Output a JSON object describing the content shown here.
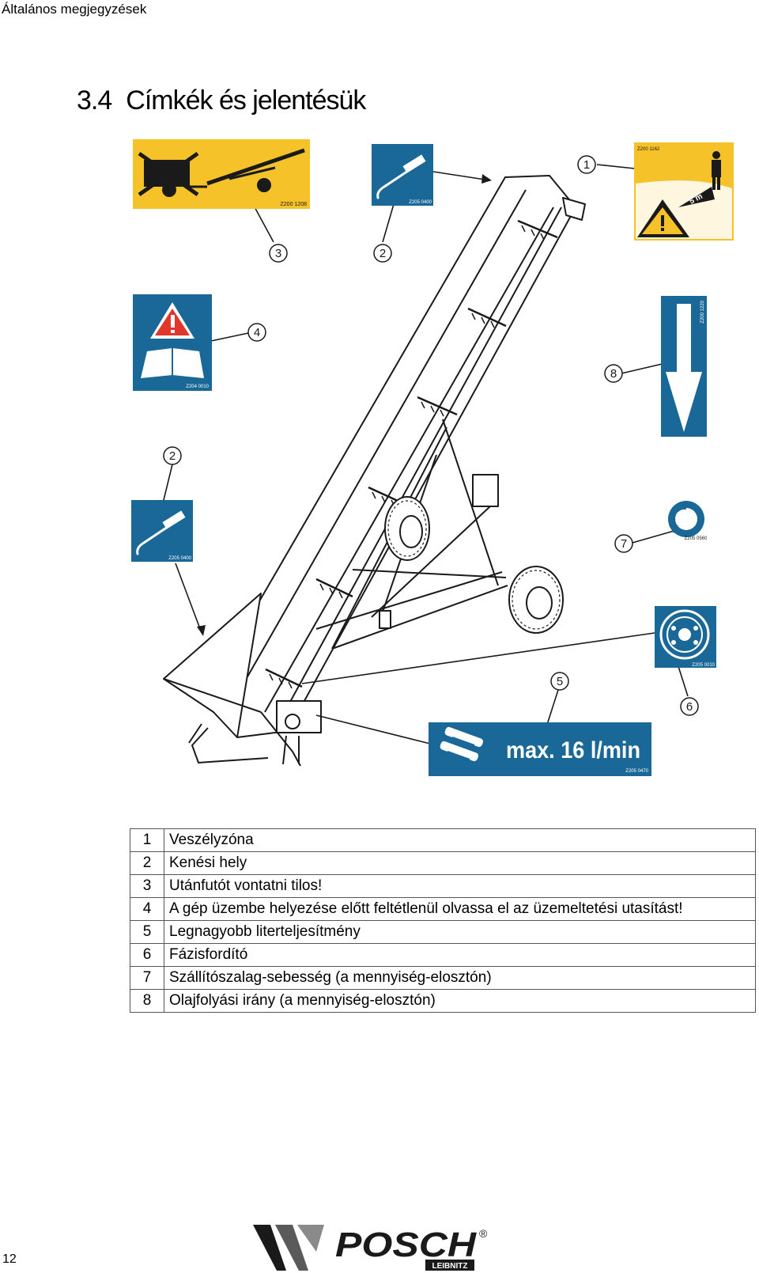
{
  "header": {
    "running_title": "Általános megjegyzések"
  },
  "section": {
    "number": "3.4",
    "title": "Címkék és jelentésük"
  },
  "labels": {
    "no_trailer_code": "Z200 1208",
    "lubrication_code": "Z205 0400",
    "danger_zone_code": "Z200 1162",
    "danger_zone_distance": "5 m",
    "read_manual_code": "Z204 0010",
    "oil_flow_code": "Z200 1220",
    "conveyor_speed_code": "Z205 0560",
    "phase_inverter_code": "Z205 0010",
    "max_flow_code": "Z205 0470",
    "max_flow_text": "max. 16 l/min"
  },
  "callouts": [
    "1",
    "2",
    "2",
    "3",
    "4",
    "5",
    "6",
    "7",
    "8"
  ],
  "legend": [
    {
      "num": "1",
      "text": "Veszélyzóna"
    },
    {
      "num": "2",
      "text": "Kenési hely"
    },
    {
      "num": "3",
      "text": "Utánfutót vontatni tilos!"
    },
    {
      "num": "4",
      "text": "A gép üzembe helyezése előtt feltétlenül olvassa el az üzemeltetési utasítást!"
    },
    {
      "num": "5",
      "text": "Legnagyobb literteljesítmény"
    },
    {
      "num": "6",
      "text": "Fázisfordító"
    },
    {
      "num": "7",
      "text": "Szállítószalag-sebesség (a mennyiség-elosztón)"
    },
    {
      "num": "8",
      "text": "Olajfolyási irány (a mennyiség-elosztón)"
    }
  ],
  "footer": {
    "page_number": "12",
    "logo_text": "POSCH",
    "logo_sub": "LEIBNITZ",
    "logo_mark": "®"
  },
  "colors": {
    "sign_yellow": "#f5c22a",
    "sign_blue": "#1a6897",
    "ink": "#1a1a1a"
  }
}
